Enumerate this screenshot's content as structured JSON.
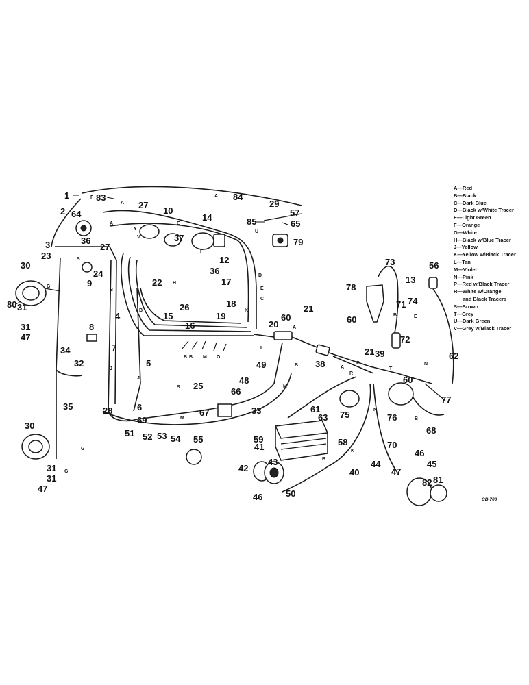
{
  "legend": [
    "A—Red",
    "B—Black",
    "C—Dark Blue",
    "D—Black w/White Tracer",
    "E—Light Green",
    "F—Orange",
    "G—White",
    "H—Black w/Blue Tracer",
    "J—Yellow",
    "K—Yellow w/Black Tracer",
    "L—Tan",
    "M—Violet",
    "N—Pink",
    "P—Red w/Black Tracer",
    "R—White w/Orange",
    "and Black Tracers",
    "S—Brown",
    "T—Grey",
    "U—Dark Green",
    "V—Grey w/Black Tracer"
  ],
  "drawing_code": "CB-709",
  "callouts": {
    "c1": "1",
    "c2": "2",
    "c3": "3",
    "c4": "4",
    "c5": "5",
    "c6": "6",
    "c7": "7",
    "c8": "8",
    "c9": "9",
    "c10": "10",
    "c12": "12",
    "c13": "13",
    "c14": "14",
    "c15": "15",
    "c16": "16",
    "c17": "17",
    "c18": "18",
    "c19": "19",
    "c20": "20",
    "c21a": "21",
    "c21b": "21",
    "c22": "22",
    "c23": "23",
    "c24": "24",
    "c25": "25",
    "c26": "26",
    "c27a": "27",
    "c27b": "27",
    "c28": "28",
    "c29": "29",
    "c30a": "30",
    "c30b": "30",
    "c31a": "31",
    "c31b": "31",
    "c31c": "31",
    "c31d": "31",
    "c32": "32",
    "c33": "33",
    "c34": "34",
    "c35": "35",
    "c36a": "36",
    "c36b": "36",
    "c37": "37",
    "c38": "38",
    "c39": "39",
    "c40": "40",
    "c41": "41",
    "c42": "42",
    "c43": "43",
    "c44": "44",
    "c45": "45",
    "c46a": "46",
    "c46b": "46",
    "c47a": "47",
    "c47b": "47",
    "c47c": "47",
    "c48": "48",
    "c49": "49",
    "c50": "50",
    "c51": "51",
    "c52": "52",
    "c53": "53",
    "c54": "54",
    "c55": "55",
    "c56": "56",
    "c57": "57",
    "c58": "58",
    "c59": "59",
    "c60a": "60",
    "c60b": "60",
    "c60c": "60",
    "c61": "61",
    "c62": "62",
    "c63": "63",
    "c64": "64",
    "c65": "65",
    "c66": "66",
    "c67": "67",
    "c68": "68",
    "c69": "69",
    "c70": "70",
    "c71": "71",
    "c72": "72",
    "c73": "73",
    "c74": "74",
    "c75": "75",
    "c76": "76",
    "c77": "77",
    "c78": "78",
    "c79": "79",
    "c80": "80",
    "c81": "81",
    "c82": "82",
    "c83": "83",
    "c84": "84",
    "c85": "85"
  },
  "wire_letters": {
    "w_a1": "A",
    "w_a2": "A",
    "w_a3": "A",
    "w_a4": "A",
    "w_a5": "A",
    "w_b1": "B",
    "w_b2": "B",
    "w_b3": "B",
    "w_b4": "B",
    "w_b5": "B",
    "w_b6": "B",
    "w_b7": "B",
    "w_b8": "B",
    "w_c1": "C",
    "w_d1": "D",
    "w_e1": "E",
    "w_e2": "E",
    "w_e3": "E",
    "w_g1": "G",
    "w_g2": "G",
    "w_g3": "G",
    "w_g4": "G",
    "w_h1": "H",
    "w_j1": "J",
    "w_j2": "J",
    "w_k1": "K",
    "w_k2": "K",
    "w_l1": "L",
    "w_m1": "M",
    "w_m2": "M",
    "w_m3": "M",
    "w_n1": "N",
    "w_n2": "N",
    "w_s1": "S",
    "w_s2": "S",
    "w_u1": "U",
    "w_v1": "V",
    "w_f1": "F",
    "w_f2": "F",
    "w_r1": "R",
    "w_p1": "P",
    "w_t1": "T",
    "w_y1": "Y"
  }
}
